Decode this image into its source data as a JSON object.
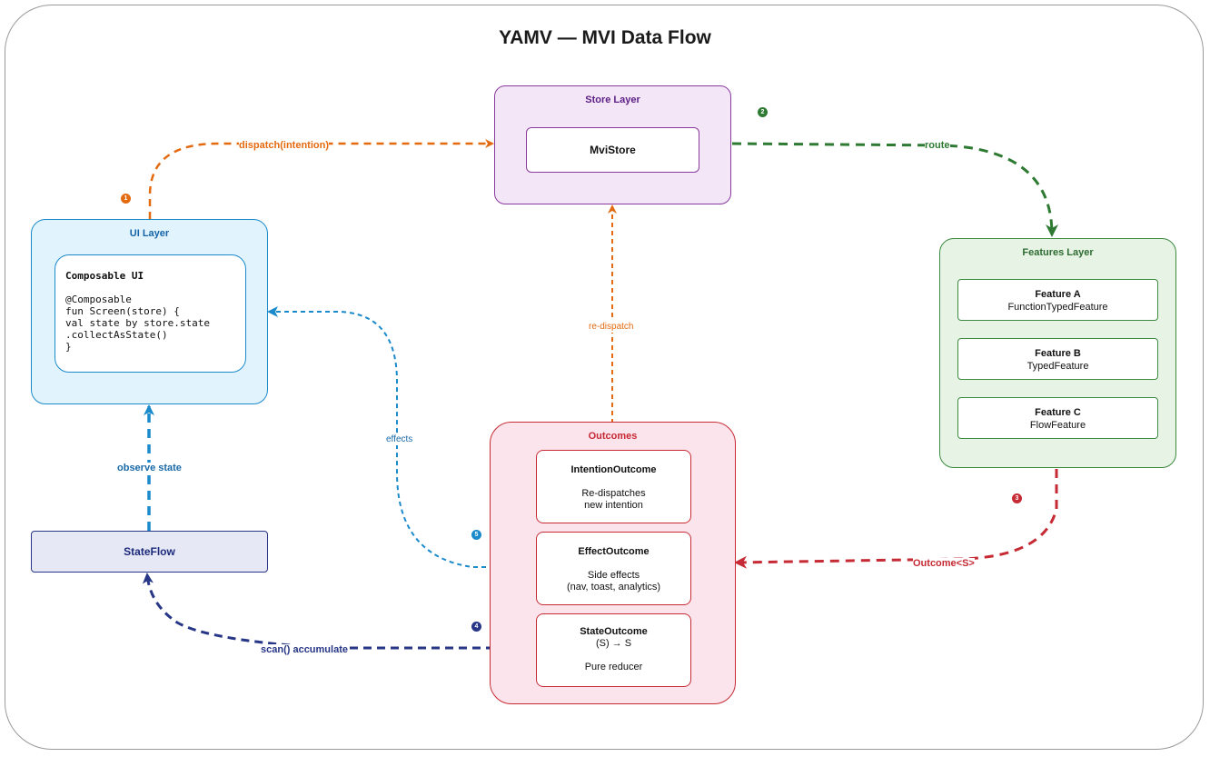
{
  "title": "YAMV — MVI Data Flow",
  "colors": {
    "ui": "#1a8acb",
    "store": "#e46a10",
    "route": "#2e7a33",
    "outcome": "#c62a34",
    "state": "#273686",
    "effects": "#1a8acb"
  },
  "store_layer": {
    "title": "Store Layer",
    "store": "MviStore"
  },
  "ui_layer": {
    "title": "UI Layer",
    "composable_title": "Composable UI",
    "code": [
      "@Composable",
      "fun Screen(store) {",
      "val state by store.state",
      ".collectAsState()",
      "}"
    ]
  },
  "features_layer": {
    "title": "Features Layer",
    "features": [
      {
        "name": "Feature A",
        "type": "FunctionTypedFeature"
      },
      {
        "name": "Feature B",
        "type": "TypedFeature"
      },
      {
        "name": "Feature C",
        "type": "FlowFeature"
      }
    ]
  },
  "outcomes": {
    "title": "Outcomes",
    "intention": {
      "name": "IntentionOutcome",
      "line1": "Re-dispatches",
      "line2": "new intention"
    },
    "effect": {
      "name": "EffectOutcome",
      "line1": "Side effects",
      "line2": "(nav, toast, analytics)"
    },
    "state": {
      "name": "StateOutcome",
      "line1": "(S) → S",
      "line2": "Pure reducer"
    }
  },
  "stateflow": "StateFlow",
  "edges": {
    "dispatch": "dispatch(intention)",
    "route": "route",
    "outcome": "Outcome<S>",
    "redispatch": "re-dispatch",
    "effects": "effects",
    "observe": "observe state",
    "scan": "scan() accumulate"
  },
  "badges": {
    "b1": "1",
    "b2": "2",
    "b3": "3",
    "b4": "4",
    "b5": "5"
  }
}
